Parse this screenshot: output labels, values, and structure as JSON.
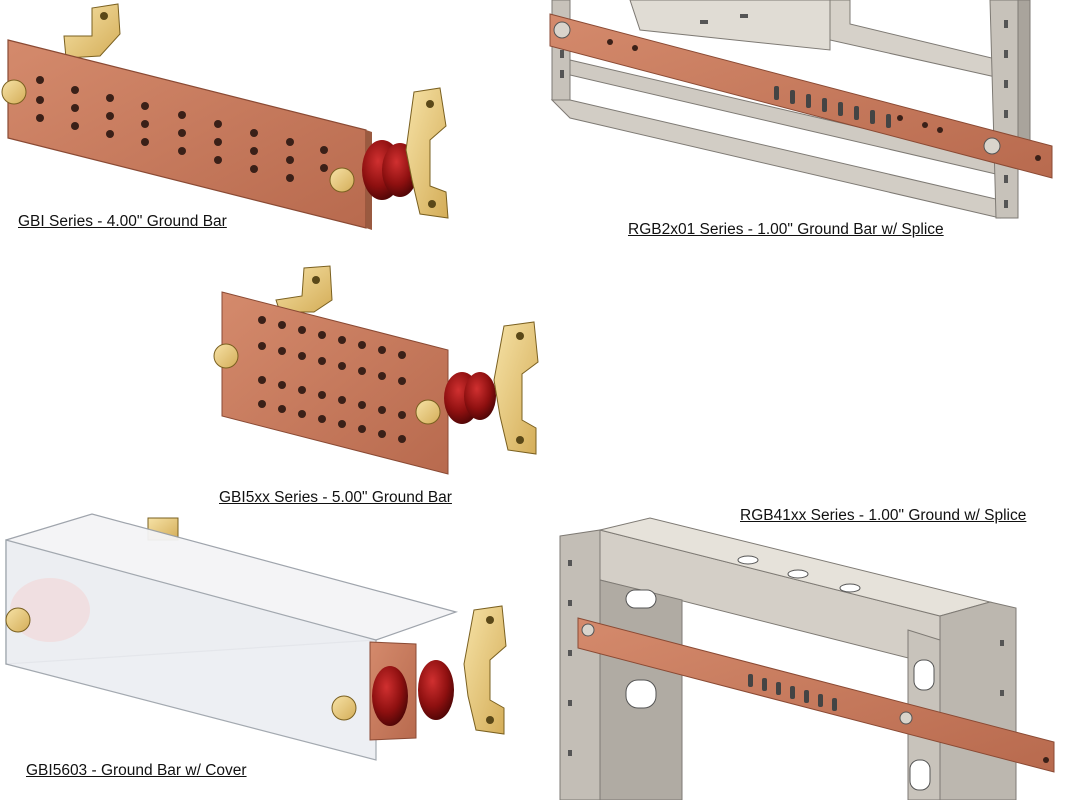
{
  "captions": {
    "gbi_series": "GBI Series - 4.00\" Ground Bar",
    "rgb2x01_series": "RGB2x01 Series - 1.00\" Ground Bar w/ Splice",
    "gbi5xx_series": "GBI5xx Series - 5.00\" Ground Bar",
    "rgb41xx_series": "RGB41xx Series - 1.00\" Ground w/ Splice",
    "gbi5603": "GBI5603 - Ground Bar w/ Cover"
  },
  "colors": {
    "copper": "#c97a5e",
    "copper_edge": "#8a4a34",
    "brass": "#e8c97a",
    "insulator": "#8e1010",
    "steel": "#b5b0a8",
    "steel_dark": "#7e7a74"
  }
}
